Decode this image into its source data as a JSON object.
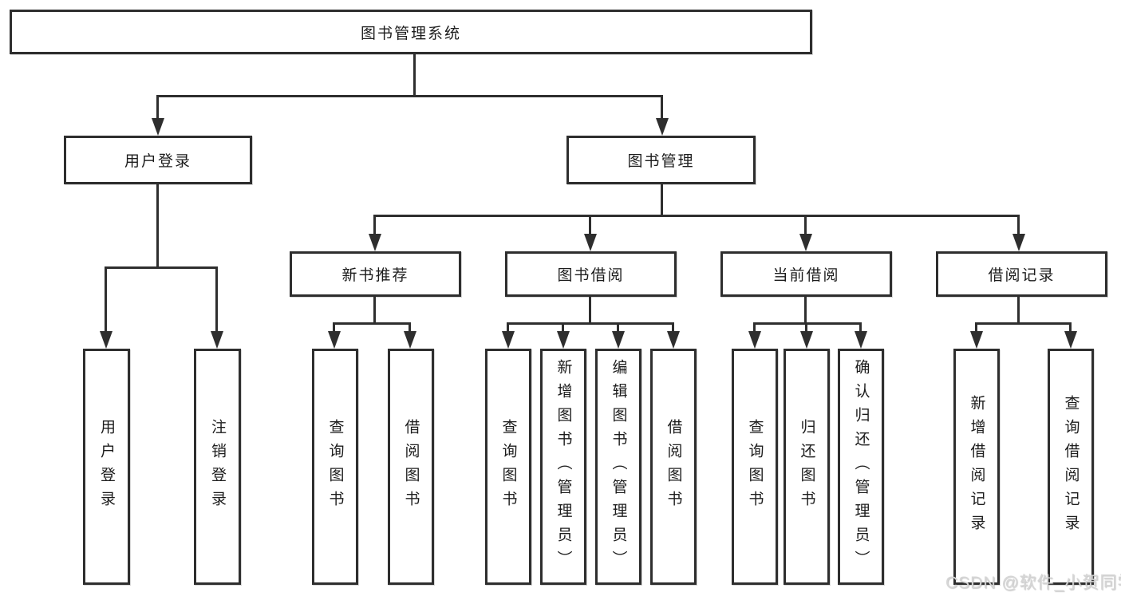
{
  "title": "图书管理系统",
  "branches": {
    "user_login": {
      "label": "用户登录",
      "children": [
        "用户登录",
        "注销登录"
      ]
    },
    "book_mgmt": {
      "label": "图书管理",
      "children": [
        {
          "label": "新书推荐",
          "children": [
            "查询图书",
            "借阅图书"
          ]
        },
        {
          "label": "图书借阅",
          "children": [
            "查询图书",
            "新增图书（管理员）",
            "编辑图书（管理员）",
            "借阅图书"
          ]
        },
        {
          "label": "当前借阅",
          "children": [
            "查询图书",
            "归还图书",
            "确认归还（管理员）"
          ]
        },
        {
          "label": "借阅记录",
          "children": [
            "新增借阅记录",
            "查询借阅记录"
          ]
        }
      ]
    }
  },
  "watermark": "CSDN @软件_小贺同学",
  "colors": {
    "line": "#2e2e2e",
    "box_border": "#2e2e2e",
    "text": "#1c1c1c",
    "background": "#ffffff",
    "watermark": "#d6d6d6"
  }
}
